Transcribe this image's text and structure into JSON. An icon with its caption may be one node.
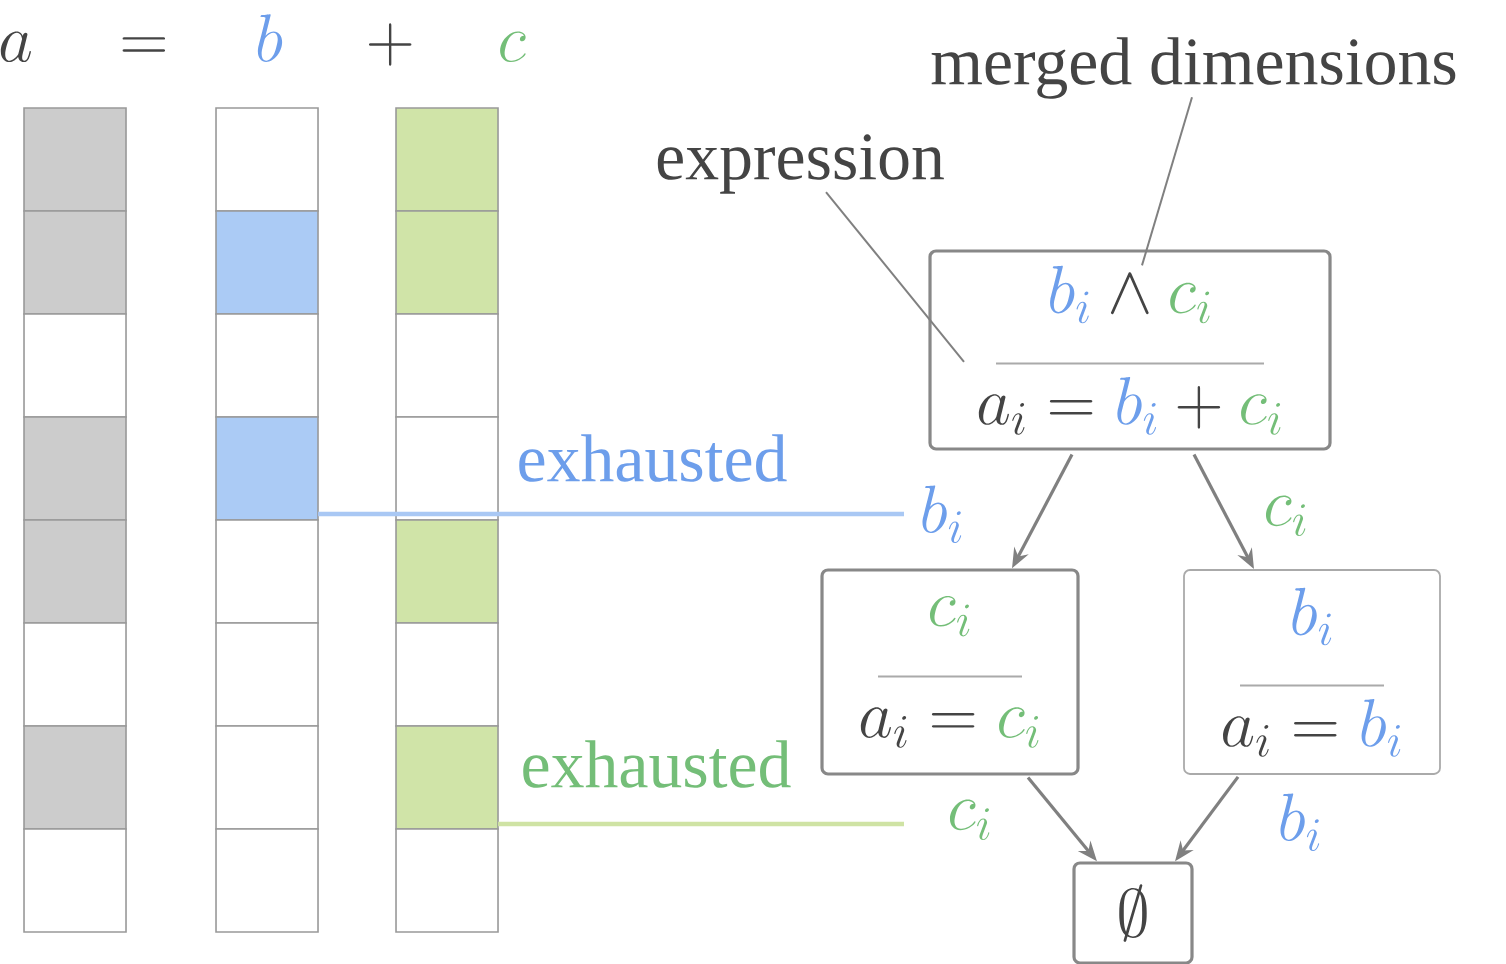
{
  "diagram": {
    "nodes": [
      {
        "text": [
          "expression"
        ]
      },
      {
        "text": [
          "merged dimensions"
        ]
      },
      {
        "text": [
          "{\\color{bvar}b_i} \\wedge {\\color{cvar}c_i}",
          "a_i = {\\color{bvar}b_i} + {\\color{cvar}c_i}"
        ]
      },
      {
        "text": [
          "{\\color{cvar}c_i}",
          "a_i = {\\color{cvar}c_i}"
        ]
      },
      {
        "text": [
          "{\\color{bvar}b_i}",
          "a_i = {\\color{bvar}b_i}"
        ]
      },
      {
        "text": [
          "\\emptyset"
        ]
      }
    ],
    "edges": [
      {
        "from": 0,
        "to": 2,
        "arrow": "none"
      },
      {
        "from": 1,
        "to": 2,
        "arrow": "none"
      },
      {
        "from": 2,
        "to": 3,
        "arrow": "to",
        "label": "{\\color{bvar}b_i}"
      },
      {
        "from": 2,
        "to": 4,
        "arrow": "to",
        "label": "{\\color{cvar}c_i}"
      },
      {
        "from": 3,
        "to": 5,
        "arrow": "to",
        "label": "{\\color{cvar}c_i}"
      },
      {
        "from": 4,
        "to": 5,
        "arrow": "to",
        "label": "{\\color{bvar}b_i}"
      }
    ],
    "labels": [
      "a \\quad=\\quad {\\color{bvar}b} \\quad+\\quad {\\color{cvar}c}",
      "exhausted",
      "exhausted"
    ]
  }
}
